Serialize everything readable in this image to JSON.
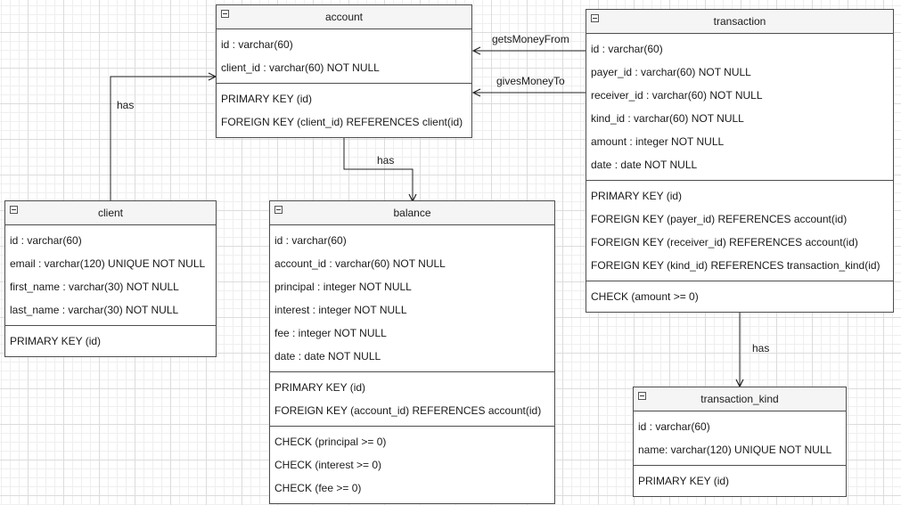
{
  "entities": {
    "account": {
      "name": "account",
      "columns": [
        "id : varchar(60)",
        "client_id : varchar(60) NOT NULL"
      ],
      "keys": [
        "PRIMARY KEY (id)",
        "FOREIGN KEY (client_id) REFERENCES client(id)"
      ]
    },
    "transaction": {
      "name": "transaction",
      "columns": [
        "id : varchar(60)",
        "payer_id : varchar(60) NOT NULL",
        "receiver_id : varchar(60) NOT NULL",
        "kind_id : varchar(60) NOT NULL",
        "amount : integer NOT NULL",
        "date : date NOT NULL"
      ],
      "keys": [
        "PRIMARY KEY (id)",
        "FOREIGN KEY (payer_id) REFERENCES account(id)",
        "FOREIGN KEY (receiver_id) REFERENCES account(id)",
        "FOREIGN KEY (kind_id) REFERENCES transaction_kind(id)"
      ],
      "checks": [
        "CHECK (amount >= 0)"
      ]
    },
    "client": {
      "name": "client",
      "columns": [
        "id : varchar(60)",
        "email : varchar(120) UNIQUE NOT NULL",
        "first_name : varchar(30) NOT NULL",
        "last_name : varchar(30) NOT NULL"
      ],
      "keys": [
        "PRIMARY KEY (id)"
      ]
    },
    "balance": {
      "name": "balance",
      "columns": [
        "id : varchar(60)",
        "account_id : varchar(60) NOT NULL",
        "principal : integer NOT NULL",
        "interest : integer NOT NULL",
        "fee : integer NOT NULL",
        "date : date NOT NULL"
      ],
      "keys": [
        "PRIMARY KEY (id)",
        "FOREIGN KEY (account_id) REFERENCES account(id)"
      ],
      "checks": [
        "CHECK (principal >= 0)",
        "CHECK (interest >= 0)",
        "CHECK (fee >= 0)"
      ]
    },
    "transaction_kind": {
      "name": "transaction_kind",
      "columns": [
        "id : varchar(60)",
        "name: varchar(120) UNIQUE NOT NULL"
      ],
      "keys": [
        "PRIMARY KEY (id)"
      ]
    }
  },
  "relations": {
    "gets_money_from": "getsMoneyFrom",
    "gives_money_to": "givesMoneyTo",
    "client_has_account": "has",
    "account_has_balance": "has",
    "transaction_has_kind": "has"
  }
}
